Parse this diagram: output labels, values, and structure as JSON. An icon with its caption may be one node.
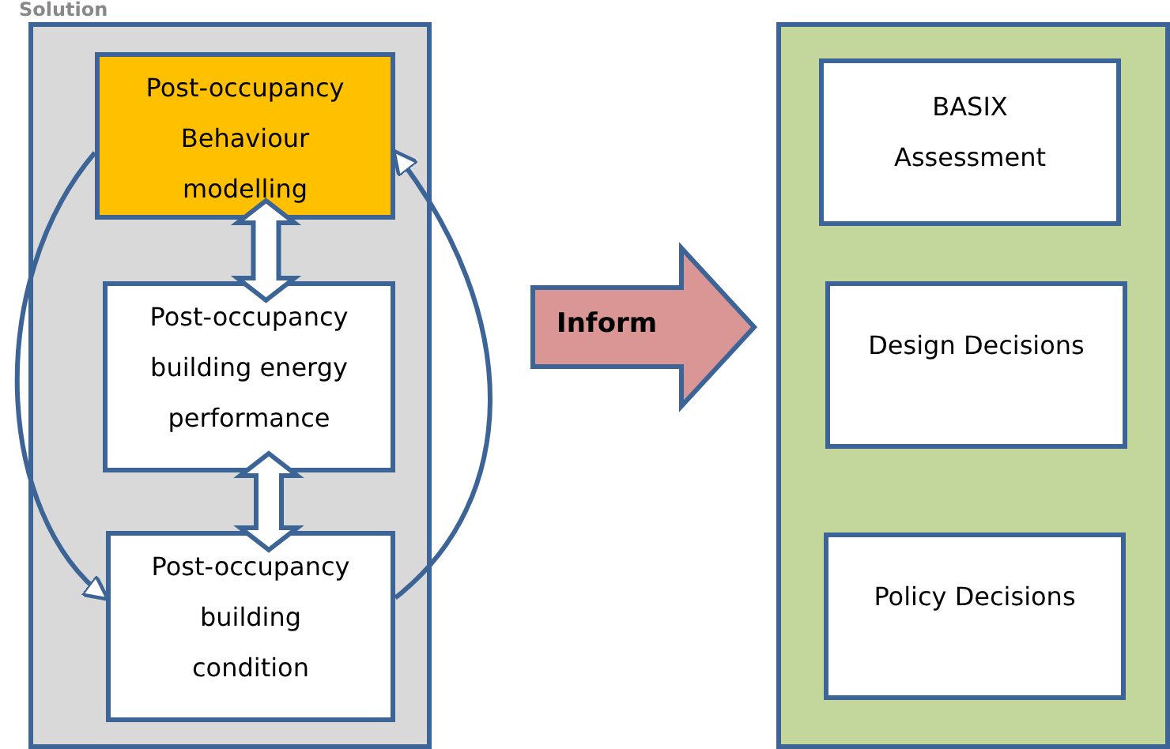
{
  "diagram": {
    "title": "Solution",
    "nodes": [
      {
        "text": [],
        "shape": "box"
      },
      {
        "text": [
          "Post-occupancy Behaviour modelling"
        ],
        "in": 0
      },
      {
        "text": [
          "Post-occupancy building energy performance"
        ],
        "in": 0
      },
      {
        "text": [
          "Post-occupancy building condition"
        ],
        "in": 0
      },
      {
        "text": [],
        "shape": "box"
      },
      {
        "text": [
          "BASIX Assessment"
        ],
        "in": 4
      },
      {
        "text": [
          "Design Decisions"
        ],
        "in": 4
      },
      {
        "text": [
          "Policy Decisions"
        ],
        "in": 4
      }
    ],
    "edges": [
      {
        "from": 1,
        "to": 2,
        "arrow": "both",
        "style": "thick"
      },
      {
        "from": 2,
        "to": 3,
        "arrow": "both",
        "style": "thick"
      },
      {
        "from": 1,
        "to": 3,
        "arrow": "to"
      },
      {
        "from": 3,
        "to": 1,
        "arrow": "to"
      },
      {
        "from": 0,
        "to": 4,
        "arrow": "to",
        "label": "Inform",
        "style": "thick",
        "color": "#d99694"
      }
    ]
  }
}
